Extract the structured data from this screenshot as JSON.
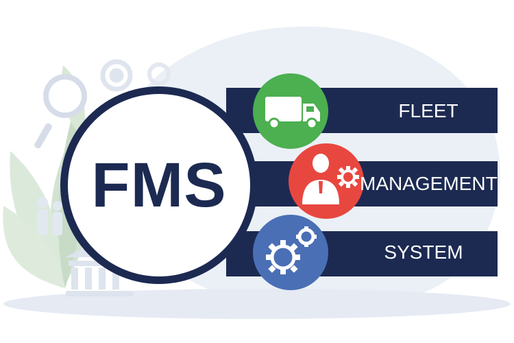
{
  "acronym": "FMS",
  "words": [
    {
      "label": "FLEET",
      "icon": "truck-icon",
      "color": "#4caf50"
    },
    {
      "label": "MANAGEMENT",
      "icon": "businessman-gear-icon",
      "color": "#e8473f"
    },
    {
      "label": "SYSTEM",
      "icon": "gears-icon",
      "color": "#4a6fb5"
    }
  ],
  "colors": {
    "navy": "#1c2a52",
    "green": "#4caf50",
    "red": "#e8473f",
    "blue": "#4a6fb5"
  }
}
